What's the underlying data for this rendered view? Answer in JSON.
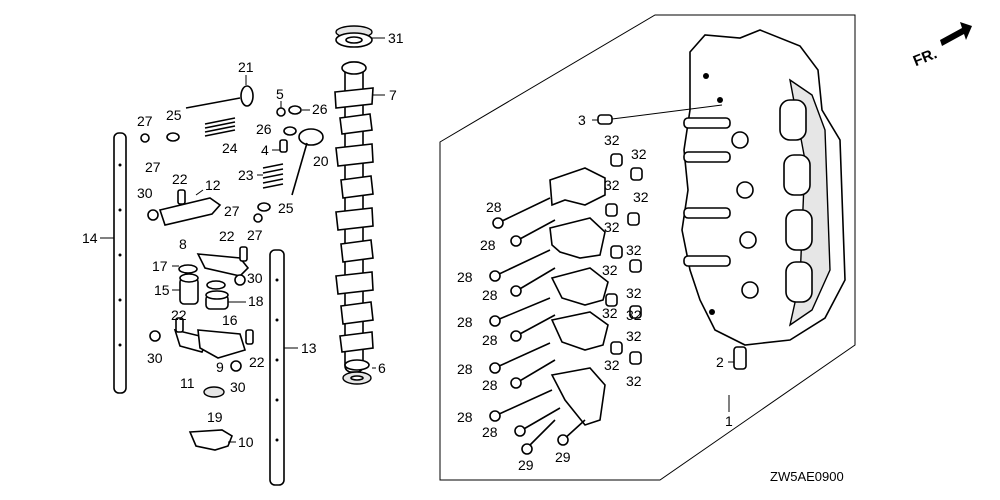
{
  "diagram_code": "ZW5AE0900",
  "front_marker": "FR.",
  "callouts": {
    "c31": "31",
    "c7": "7",
    "c21": "21",
    "c5": "5",
    "c26a": "26",
    "c26b": "26",
    "c27a": "27",
    "c25a": "25",
    "c27b": "27",
    "c24": "24",
    "c20": "20",
    "c4": "4",
    "c23": "23",
    "c22a": "22",
    "c12": "12",
    "c30a": "30",
    "c27c": "27",
    "c25b": "25",
    "c27d": "27",
    "c14": "14",
    "c8": "8",
    "c22b": "22",
    "c17": "17",
    "c30b": "30",
    "c15": "15",
    "c18": "18",
    "c22c": "22",
    "c16": "16",
    "c13": "13",
    "c30c": "30",
    "c9": "9",
    "c22d": "22",
    "c11": "11",
    "c30d": "30",
    "c6": "6",
    "c19": "19",
    "c10": "10",
    "c3": "3",
    "c32a": "32",
    "c32b": "32",
    "c32c": "32",
    "c32d": "32",
    "c32e": "32",
    "c32f": "32",
    "c32g": "32",
    "c32h": "32",
    "c32i": "32",
    "c32j": "32",
    "c32k": "32",
    "c32l": "32",
    "c32m": "32",
    "c28a": "28",
    "c28b": "28",
    "c28c": "28",
    "c28d": "28",
    "c28e": "28",
    "c28f": "28",
    "c28g": "28",
    "c28h": "28",
    "c28i": "28",
    "c28j": "28",
    "c2": "2",
    "c1": "1",
    "c29a": "29",
    "c29b": "29"
  }
}
